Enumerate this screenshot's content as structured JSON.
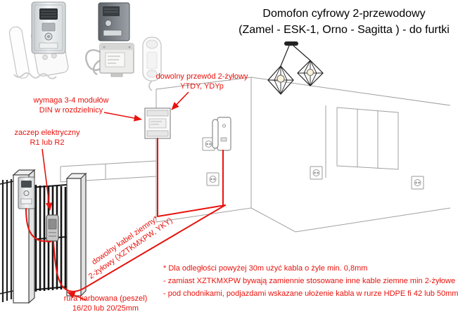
{
  "title": {
    "line1": "Domofon cyfrowy 2-przewodowy",
    "line2": "(Zamel - ESK-1, Orno - Sagitta ) - do furtki"
  },
  "labels": {
    "indoor_cable": "dowolny przewód 2-żyłowy\nYTDY, YDYp",
    "din_modules": "wymaga 3-4 modułów\nDIN w rozdzielnicy",
    "electric_strike": "zaczep elektryczny\nR1 lub R2",
    "ground_cable": "dowolny kabel ziemny*\n2-żyłowy (XZTKMXPW, YKY)",
    "conduit": "rura karbowana (peszel)\n16/20 lub 20/25mm"
  },
  "footnotes": [
    "* Dla odległości powyżej 30m użyć kabla o żyle min. 0,8mm",
    "- zamiast XZTKMXPW bywają zamiennie stosowane inne kable ziemne min 2-żyłowe",
    "- pod chodnikami, podjazdami wskazane ułożenie kabla w rurze HDPE fi 42 lub 50mm"
  ],
  "colors": {
    "accent_red": "#e8120c",
    "line_gray": "#a0a0a0",
    "gate_black": "#141414"
  }
}
